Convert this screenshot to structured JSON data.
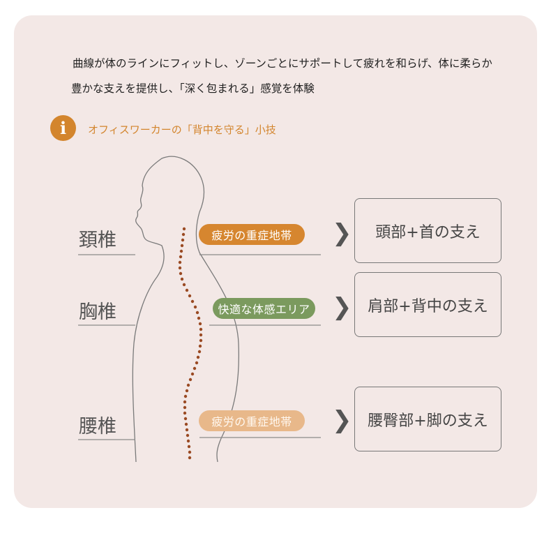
{
  "intro": {
    "line1": "曲線が体のラインにフィットし、ゾーンごとにサポートして疲れを和らげ、体に柔らか",
    "line2": "豊かな支えを提供し、「深く包まれる」感覚を体験"
  },
  "tip": {
    "icon": "info-icon",
    "glyph": "i",
    "text": "オフィスワーカーの「背中を守る」小技",
    "color": "#d3852d"
  },
  "regions": [
    {
      "label": "頚椎",
      "zone": "疲労の重症地帯",
      "zone_color": "#d6862f",
      "support": "頭部+首の支え"
    },
    {
      "label": "胸椎",
      "zone": "快適な体感エリア",
      "zone_color": "#7b9a5e",
      "support": "肩部+背中の支え"
    },
    {
      "label": "腰椎",
      "zone": "疲労の重症地帯",
      "zone_color": "#e8b88a",
      "support": "腰臀部+脚の支え"
    }
  ],
  "chevron": "❯"
}
